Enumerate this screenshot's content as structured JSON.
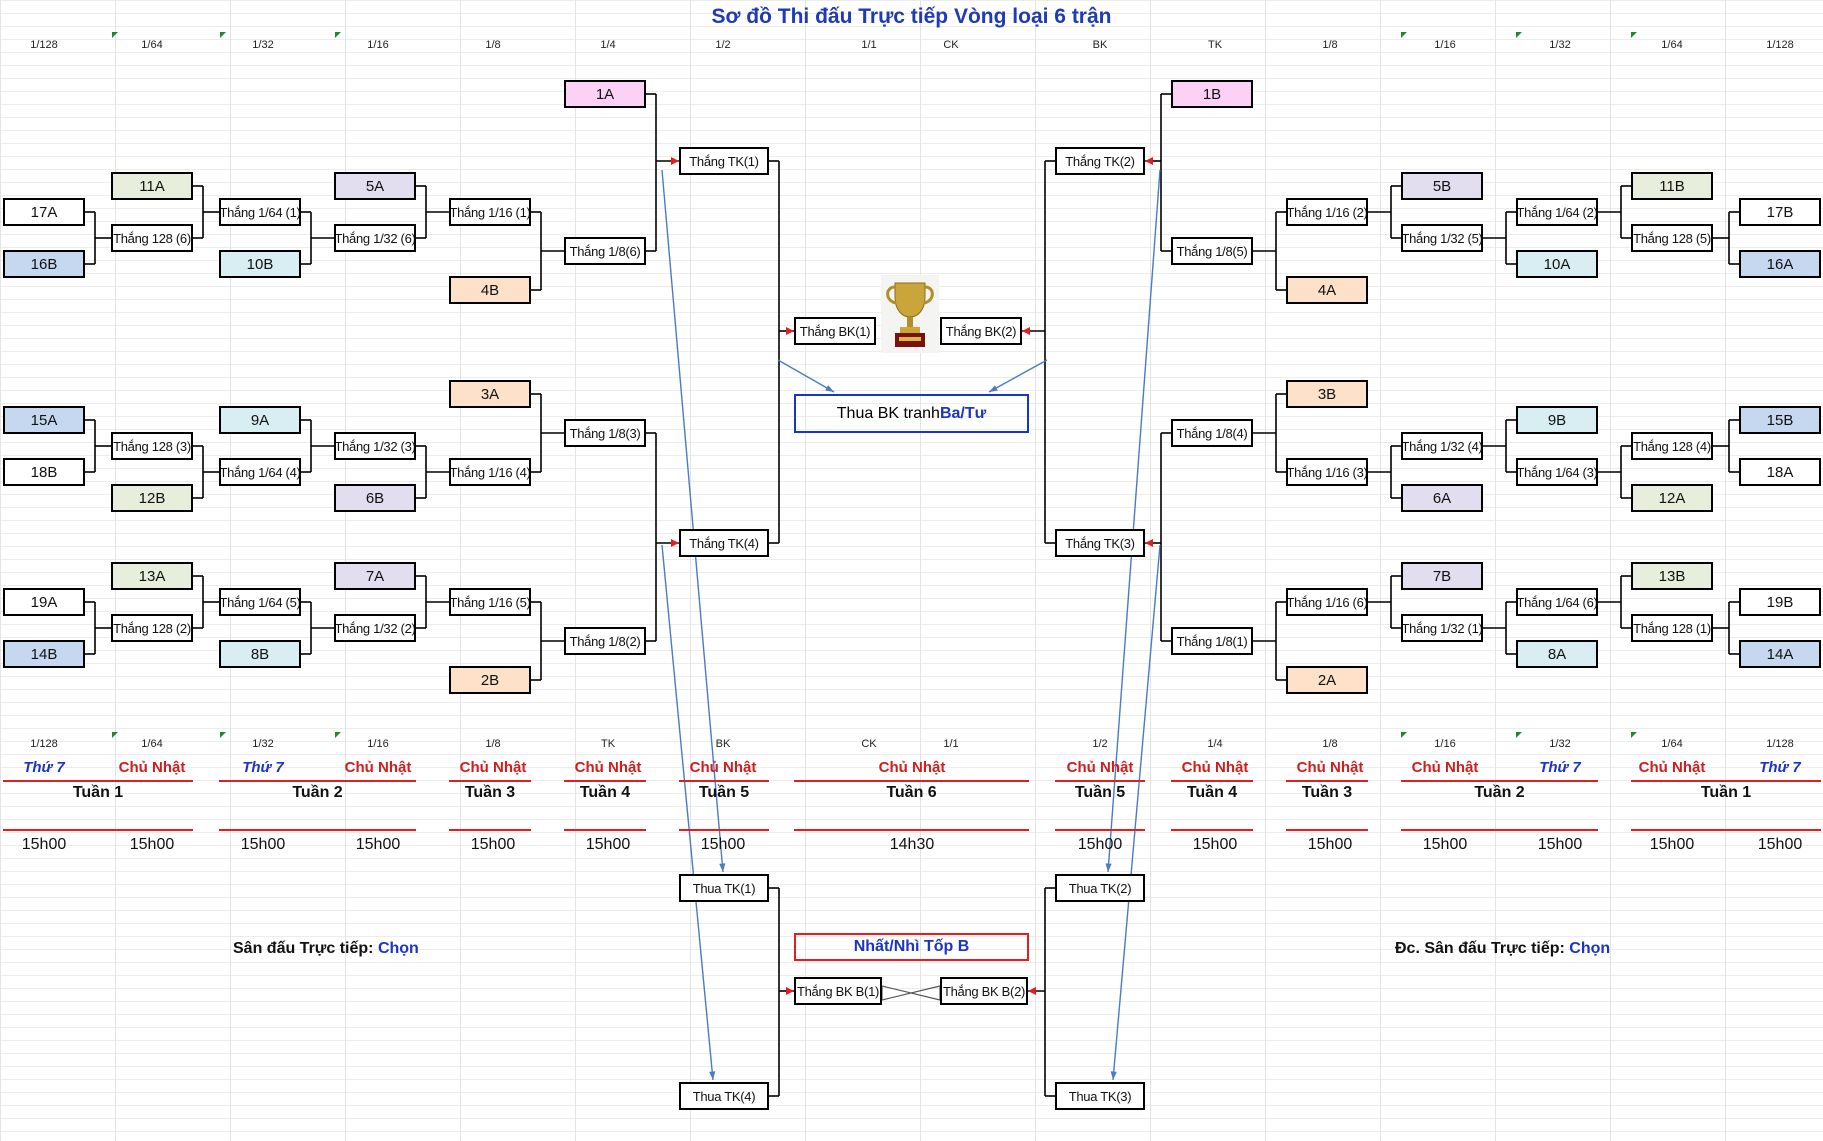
{
  "title": "Sơ đồ Thi đấu Trực tiếp Vòng loại 6 trận",
  "top_headers": [
    "1/128",
    "1/64",
    "1/32",
    "1/16",
    "1/8",
    "1/4",
    "1/2",
    "1/1",
    "CK",
    "BK",
    "TK",
    "1/8",
    "1/16",
    "1/32",
    "1/64",
    "1/128"
  ],
  "bottom_headers": [
    "1/128",
    "1/64",
    "1/32",
    "1/16",
    "1/8",
    "TK",
    "BK",
    "CK",
    "1/1",
    "1/2",
    "1/4",
    "1/8",
    "1/16",
    "1/32",
    "1/64",
    "1/128"
  ],
  "days": [
    "Thứ 7",
    "Chủ Nhật",
    "Thứ 7",
    "Chủ Nhật",
    "Chủ Nhật",
    "Chủ Nhật",
    "Chủ Nhật",
    "Chủ Nhật",
    "Chủ Nhật",
    "Chủ Nhật",
    "Chủ Nhật",
    "Chủ Nhật",
    "Thứ 7",
    "Chủ Nhật",
    "Thứ 7"
  ],
  "weeks": [
    "Tuần 1",
    "Tuần 2",
    "Tuần 3",
    "Tuần 4",
    "Tuần 5",
    "Tuần 6",
    "Tuần 5",
    "Tuần 4",
    "Tuần 3",
    "Tuần 2",
    "Tuần 1"
  ],
  "times": [
    "15h00",
    "15h00",
    "15h00",
    "15h00",
    "15h00",
    "15h00",
    "15h00",
    "14h30",
    "15h00",
    "15h00",
    "15h00",
    "15h00",
    "15h00",
    "15h00",
    "15h00",
    "15h00"
  ],
  "boxes": {
    "l17a": "17A",
    "l16b": "16B",
    "l11a": "11A",
    "lw128_6": "Thắng 128 (6)",
    "lw164_1": "Thắng 1/64 (1)",
    "l10b": "10B",
    "l5a": "5A",
    "lw132_6": "Thắng 1/32 (6)",
    "lw116_1": "Thắng 1/16 (1)",
    "l4b": "4B",
    "lw18_6": "Thắng 1/8(6)",
    "l1a": "1A",
    "l15a": "15A",
    "l18b": "18B",
    "lw128_3": "Thắng 128 (3)",
    "l9a": "9A",
    "lw164_4": "Thắng 1/64 (4)",
    "l12b": "12B",
    "lw132_3": "Thắng 1/32 (3)",
    "l6b": "6B",
    "l3a": "3A",
    "lw116_4": "Thắng 1/16 (4)",
    "lw18_3": "Thắng 1/8(3)",
    "l19a": "19A",
    "l14b": "14B",
    "l13a": "13A",
    "lw128_2": "Thắng 128 (2)",
    "lw164_5": "Thắng 1/64 (5)",
    "l8b": "8B",
    "l7a": "7A",
    "lw132_2": "Thắng 1/32 (2)",
    "lw116_5": "Thắng 1/16 (5)",
    "l2b": "2B",
    "lw18_2": "Thắng 1/8(2)",
    "ltk1": "Thắng TK(1)",
    "ltk4": "Thắng TK(4)",
    "lbk1": "Thắng BK(1)",
    "r17b": "17B",
    "r16a": "16A",
    "r11b": "11B",
    "rw128_5": "Thắng 128 (5)",
    "rw164_2": "Thắng 1/64 (2)",
    "r10a": "10A",
    "r5b": "5B",
    "rw132_5": "Thắng 1/32 (5)",
    "rw116_2": "Thắng 1/16 (2)",
    "r4a": "4A",
    "rw18_5": "Thắng 1/8(5)",
    "r1b": "1B",
    "r15b": "15B",
    "r18a": "18A",
    "rw128_4": "Thắng 128 (4)",
    "r9b": "9B",
    "rw164_3": "Thắng 1/64 (3)",
    "r12a": "12A",
    "rw132_4": "Thắng 1/32 (4)",
    "r6a": "6A",
    "r3b": "3B",
    "rw116_3": "Thắng 1/16 (3)",
    "rw18_4": "Thắng 1/8(4)",
    "r19b": "19B",
    "r14a": "14A",
    "r13b": "13B",
    "rw128_1": "Thắng 128 (1)",
    "rw164_6": "Thắng 1/64 (6)",
    "r8a": "8A",
    "r7b": "7B",
    "rw132_1": "Thắng 1/32 (1)",
    "rw116_6": "Thắng 1/16 (6)",
    "r2a": "2A",
    "rw18_1": "Thắng 1/8(1)",
    "rtk2": "Thắng TK(2)",
    "rtk3": "Thắng TK(3)",
    "rbk2": "Thắng BK(2)",
    "ltk1_lose": "Thua TK(1)",
    "ltk4_lose": "Thua TK(4)",
    "rtk2_lose": "Thua TK(2)",
    "rtk3_lose": "Thua TK(3)",
    "bkb1": "Thắng BK B(1)",
    "bkb2": "Thắng BK B(2)"
  },
  "third_place": {
    "prefix": "Thua BK tranh ",
    "highlight": "Ba/Tư",
    "color": "#1a35c4"
  },
  "group_b": {
    "label": "Nhất/Nhì Tốp B",
    "color": "#1a35c4",
    "border": "#e02020"
  },
  "venue_left": {
    "label": "Sân đấu Trực tiếp: ",
    "value": "Chọn"
  },
  "venue_right": {
    "label": "Đc. Sân đấu Trực tiếp: ",
    "value": "Chọn"
  },
  "colors": {
    "pink": "#fbd1f5",
    "green": "#e7eedb",
    "blue": "#c6d8ef",
    "lavender": "#e2def0",
    "teal": "#d9eef2",
    "peach": "#fde1c8",
    "arrow": "#4a7bc4",
    "red": "#e02020",
    "title": "#1f3bb3"
  },
  "trophy_icon": "trophy-icon"
}
